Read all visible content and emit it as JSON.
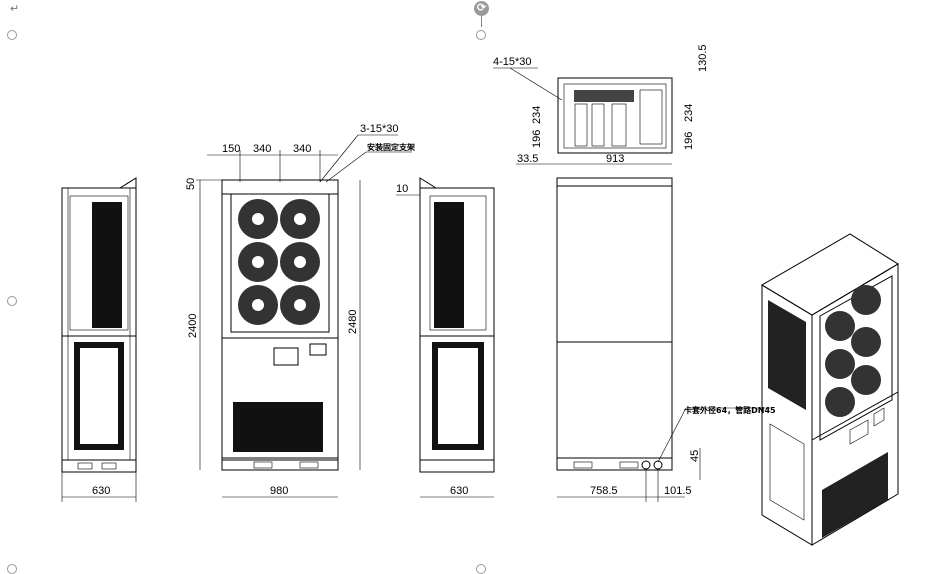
{
  "document": {
    "paragraph_mark": "↵",
    "rotate_handle_icon": "⟳"
  },
  "drawing": {
    "left_side_view": {
      "width_label": "630"
    },
    "front_view": {
      "width_label": "980",
      "height_label": "2400",
      "total_height_label": "2480",
      "top_offset_label": "50",
      "hole_spacing": [
        "150",
        "340",
        "340"
      ],
      "hole_spec": "3-15*30",
      "hole_note": "安装固定支架",
      "fan_count": 6
    },
    "right_side_view": {
      "width_label": "630",
      "offset_label": "10"
    },
    "top_view": {
      "hole_spec": "4-15*30",
      "width_label": "913",
      "edge_offset_label": "33.5",
      "left_dims": [
        "234",
        "196"
      ],
      "right_dims": [
        "130.5",
        "234",
        "196"
      ]
    },
    "rear_view": {
      "width_left_label": "758.5",
      "width_right_label": "101.5",
      "base_offset_label": "45",
      "pipe_note": "卡套外径64，管路DN45"
    },
    "iso_view": {
      "fan_count": 6
    }
  },
  "colors": {
    "line": "#000000",
    "handle": "#999999",
    "rotate": "#9a9a9a"
  }
}
